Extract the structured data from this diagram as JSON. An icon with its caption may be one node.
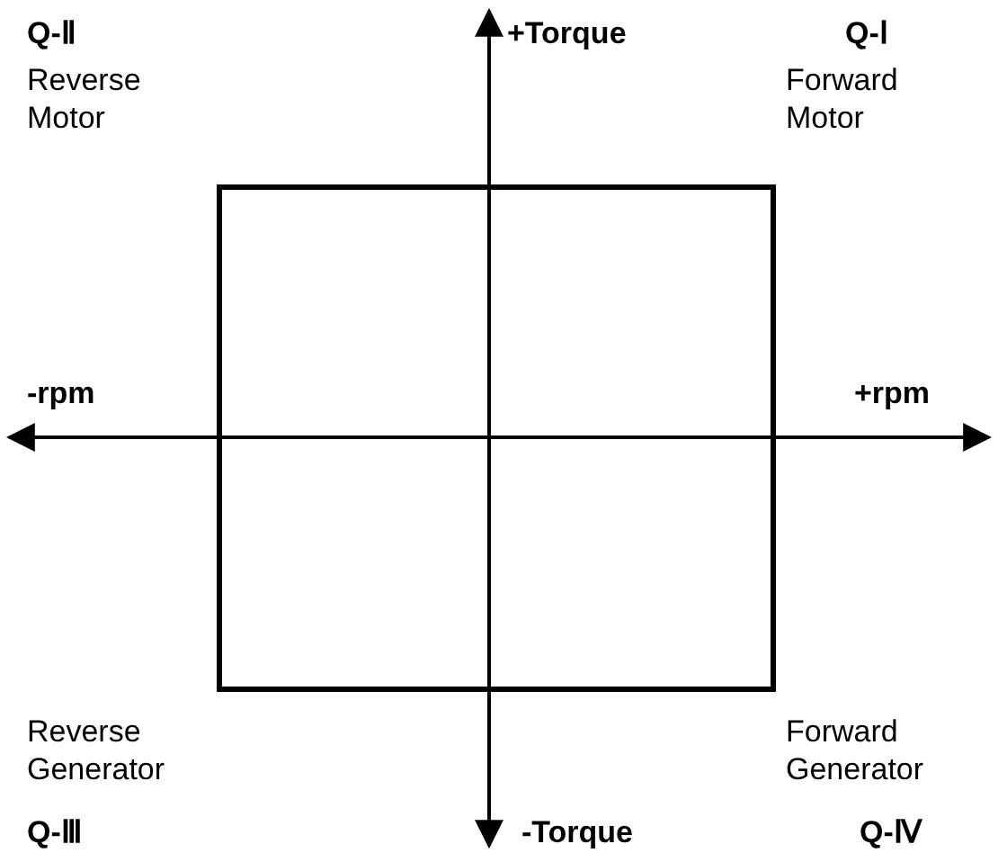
{
  "diagram": {
    "labels": [
      "Q-Ⅱ",
      "+Torque",
      "Q-Ⅰ",
      "Reverse Motor",
      "Forward Motor",
      "-rpm",
      "+rpm",
      "Reverse Generator",
      "Forward Generator",
      "Q-Ⅲ",
      "-Torque",
      "Q-Ⅳ"
    ]
  }
}
